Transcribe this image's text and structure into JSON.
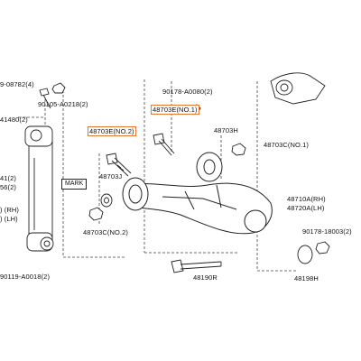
{
  "labels": {
    "l_9_08782": "9-08782(4)",
    "l_90105": "90105-A0218(2)",
    "l_41480": "41480(2)",
    "l_41": "41(2)",
    "l_56": "56(2)",
    "l_rh": ") (RH)",
    "l_lh": ") (LH)",
    "l_90119": "90119-A0018(2)",
    "mark": "MARK",
    "l_48703e_no2": "48703E(NO.2)",
    "l_48703e_no1": "48703E(NO.1)",
    "l_90178_a0080": "90178-A0080(2)",
    "l_48703h": "48703H",
    "l_48703c_no1": "48703C(NO.1)",
    "l_48703j": "48703J",
    "l_48710a": "48710A(RH)",
    "l_48720a": "48720A(LH)",
    "l_48703c_no2": "48703C(NO.2)",
    "l_90178_18003": "90178-18003(2)",
    "l_48190r": "48190R",
    "l_48198h": "48198H"
  },
  "highlight_color": "#e8772e"
}
